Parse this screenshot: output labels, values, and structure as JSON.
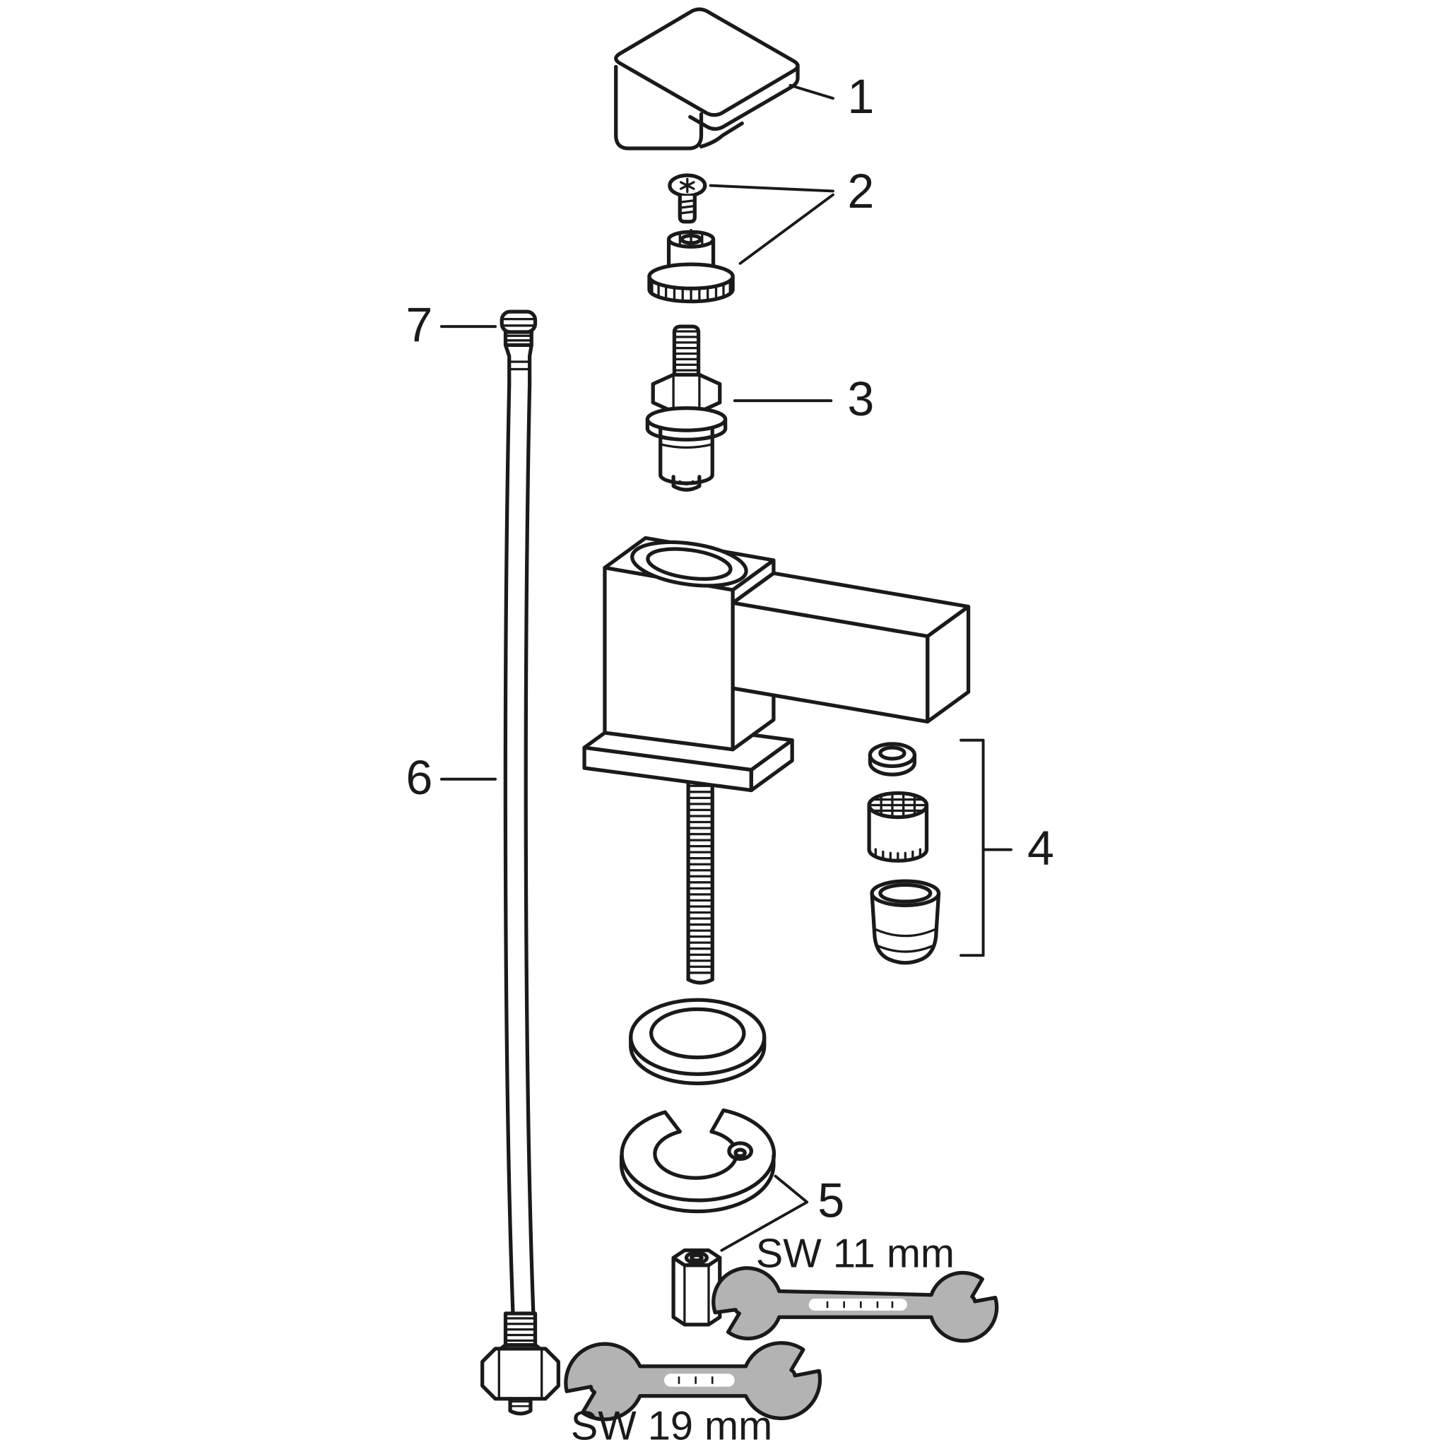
{
  "background": "#ffffff",
  "line_color": "#1a1a1a",
  "wrench_fill": "#b3b3b3",
  "callouts": [
    {
      "label": "1",
      "part": "handle"
    },
    {
      "label": "2",
      "part": "screw-and-handle-adapter"
    },
    {
      "label": "3",
      "part": "shut-off-valve-cartridge"
    },
    {
      "label": "4",
      "part": "aerator-set"
    },
    {
      "label": "5",
      "part": "fixation-set"
    },
    {
      "label": "6",
      "part": "connection-hose"
    },
    {
      "label": "7",
      "part": "hose-connector"
    }
  ],
  "tools": [
    {
      "label": "SW 11 mm",
      "name": "open-end-wrench-11mm"
    },
    {
      "label": "SW 19 mm",
      "name": "open-end-wrench-19mm"
    }
  ]
}
